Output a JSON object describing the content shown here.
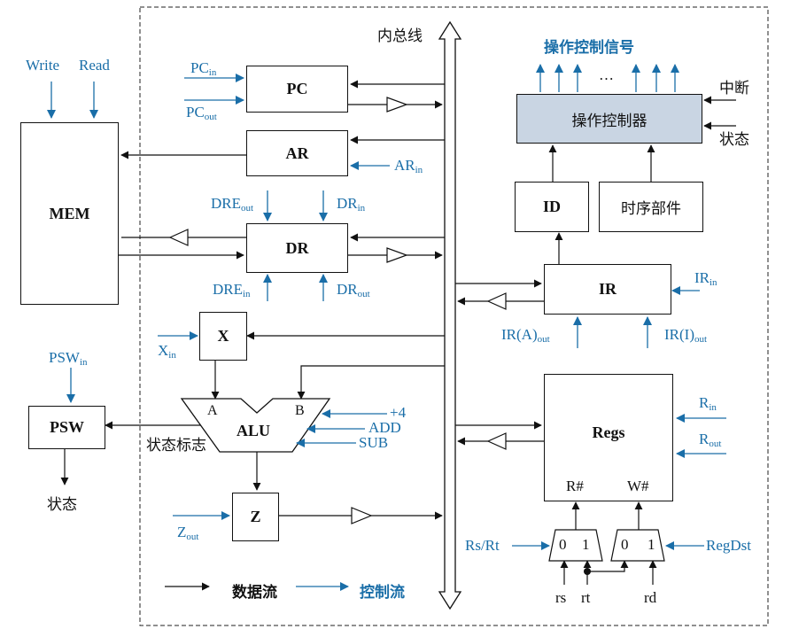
{
  "bus_label": "内总线",
  "control_signals_label": "操作控制信号",
  "control_dots": "…",
  "blocks": {
    "pc": "PC",
    "ar": "AR",
    "dr": "DR",
    "mem": "MEM",
    "ir": "IR",
    "id": "ID",
    "timing": "时序部件",
    "controller": "操作控制器",
    "x": "X",
    "alu": "ALU",
    "psw": "PSW",
    "z": "Z",
    "regs": "Regs"
  },
  "mem_signals": {
    "write": "Write",
    "read": "Read"
  },
  "signals": {
    "pc_in": {
      "base": "PC",
      "sub": "in"
    },
    "pc_out": {
      "base": "PC",
      "sub": "out"
    },
    "ar_in": {
      "base": "AR",
      "sub": "in"
    },
    "dre_out": {
      "base": "DRE",
      "sub": "out"
    },
    "dr_in": {
      "base": "DR",
      "sub": "in"
    },
    "dre_in": {
      "base": "DRE",
      "sub": "in"
    },
    "dr_out": {
      "base": "DR",
      "sub": "out"
    },
    "ir_in": {
      "base": "IR",
      "sub": "in"
    },
    "ir_a_out": {
      "base": "IR(A)",
      "sub": "out"
    },
    "ir_i_out": {
      "base": "IR(I)",
      "sub": "out"
    },
    "x_in": {
      "base": "X",
      "sub": "in"
    },
    "psw_in": {
      "base": "PSW",
      "sub": "in"
    },
    "z_out": {
      "base": "Z",
      "sub": "out"
    },
    "r_in": {
      "base": "R",
      "sub": "in"
    },
    "r_out": {
      "base": "R",
      "sub": "out"
    }
  },
  "alu": {
    "port_a": "A",
    "port_b": "B",
    "plus4": "+4",
    "add": "ADD",
    "sub": "SUB",
    "status_flags": "状态标志"
  },
  "controller_inputs": {
    "interrupt": "中断",
    "status": "状态"
  },
  "psw_output": "状态",
  "regs_ports": {
    "read": "R#",
    "write": "W#"
  },
  "mux": {
    "zero": "0",
    "one": "1",
    "rs_rt": "Rs/Rt",
    "regdst": "RegDst",
    "rs": "rs",
    "rt": "rt",
    "rd": "rd"
  },
  "legend": {
    "data_flow": "数据流",
    "control_flow": "控制流"
  },
  "colors": {
    "control": "#1a6ea8",
    "data": "#111111",
    "controller_fill": "#c9d5e3"
  }
}
